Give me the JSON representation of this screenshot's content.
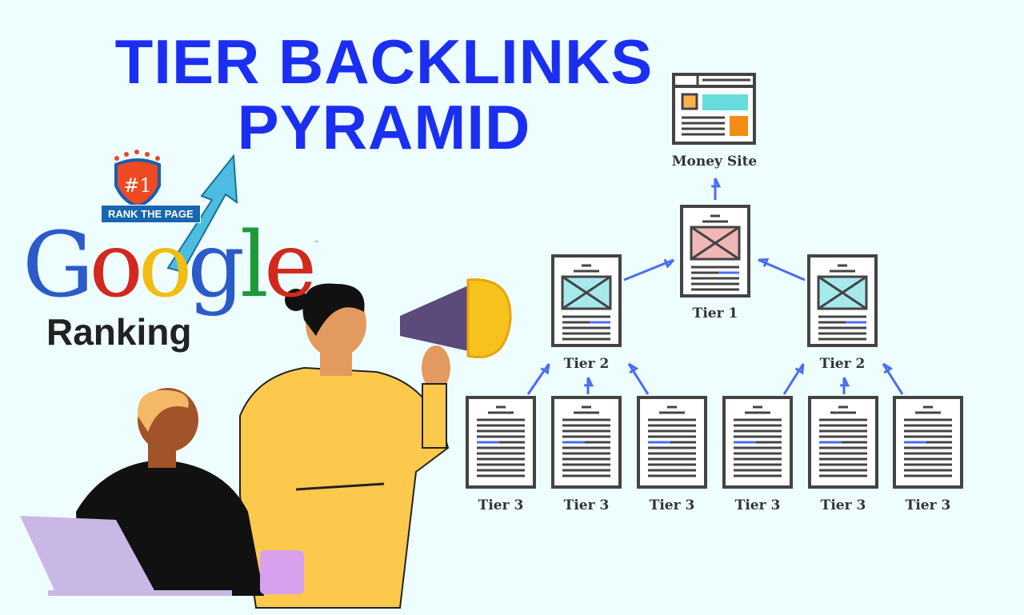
{
  "title": {
    "line1": "TIER BACKLINKS",
    "line2": "PYRAMID",
    "color": "#1b2ff2"
  },
  "badge": {
    "rank": "#1",
    "ribbon": "RANK THE PAGE"
  },
  "logo": {
    "letters": [
      "G",
      "o",
      "o",
      "g",
      "l",
      "e"
    ],
    "colors": [
      "#2a5bc9",
      "#d2281e",
      "#f2bd12",
      "#2a5bc9",
      "#1c9a3a",
      "#d2281e"
    ],
    "tm": "™",
    "subtitle": "Ranking"
  },
  "diagram": {
    "money_site": "Money Site",
    "tier1": "Tier 1",
    "tier2": [
      "Tier 2",
      "Tier 2"
    ],
    "tier3": [
      "Tier 3",
      "Tier 3",
      "Tier 3",
      "Tier 3",
      "Tier 3",
      "Tier 3"
    ],
    "arrow_color": "#4a6cf0",
    "tier1_image_color": "#f1b6b6",
    "tier2_image_color": "#a6e9ec"
  }
}
